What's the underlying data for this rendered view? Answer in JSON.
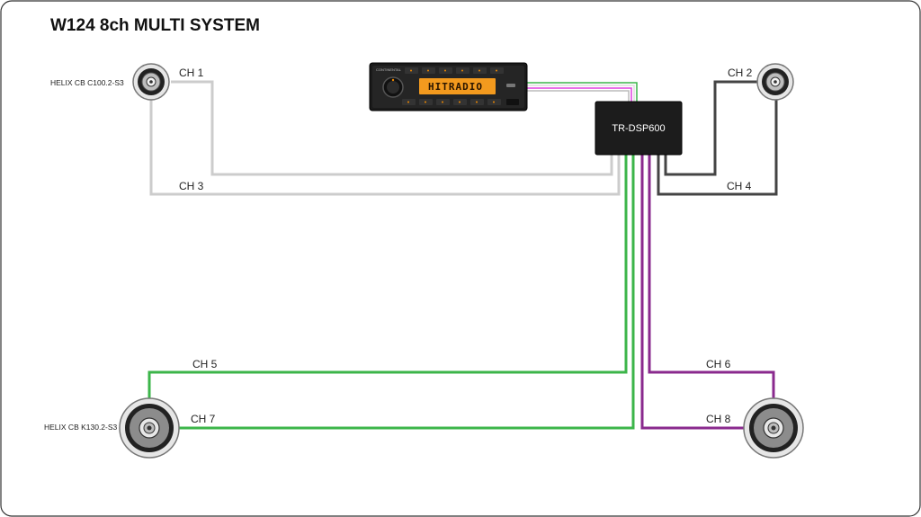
{
  "title": "W124  8ch MULTI SYSTEM",
  "colors": {
    "ch13": "#cccccc",
    "ch24": "#444444",
    "ch57": "#3cb54a",
    "ch68": "#8a2a8e",
    "dsp_box": "#1c1c1c",
    "lcd": "#f39a1e"
  },
  "speakers": {
    "front": "HELIX CB C100.2-S3",
    "rear": "HELIX CB K130.2-S3"
  },
  "dsp": {
    "label": "TR-DSP600"
  },
  "headunit": {
    "display_text": "HITRADIO",
    "brand": "CONTINENTAL"
  },
  "channels": {
    "ch1": "CH 1",
    "ch2": "CH 2",
    "ch3": "CH 3",
    "ch4": "CH 4",
    "ch5": "CH 5",
    "ch6": "CH 6",
    "ch7": "CH 7",
    "ch8": "CH 8"
  }
}
